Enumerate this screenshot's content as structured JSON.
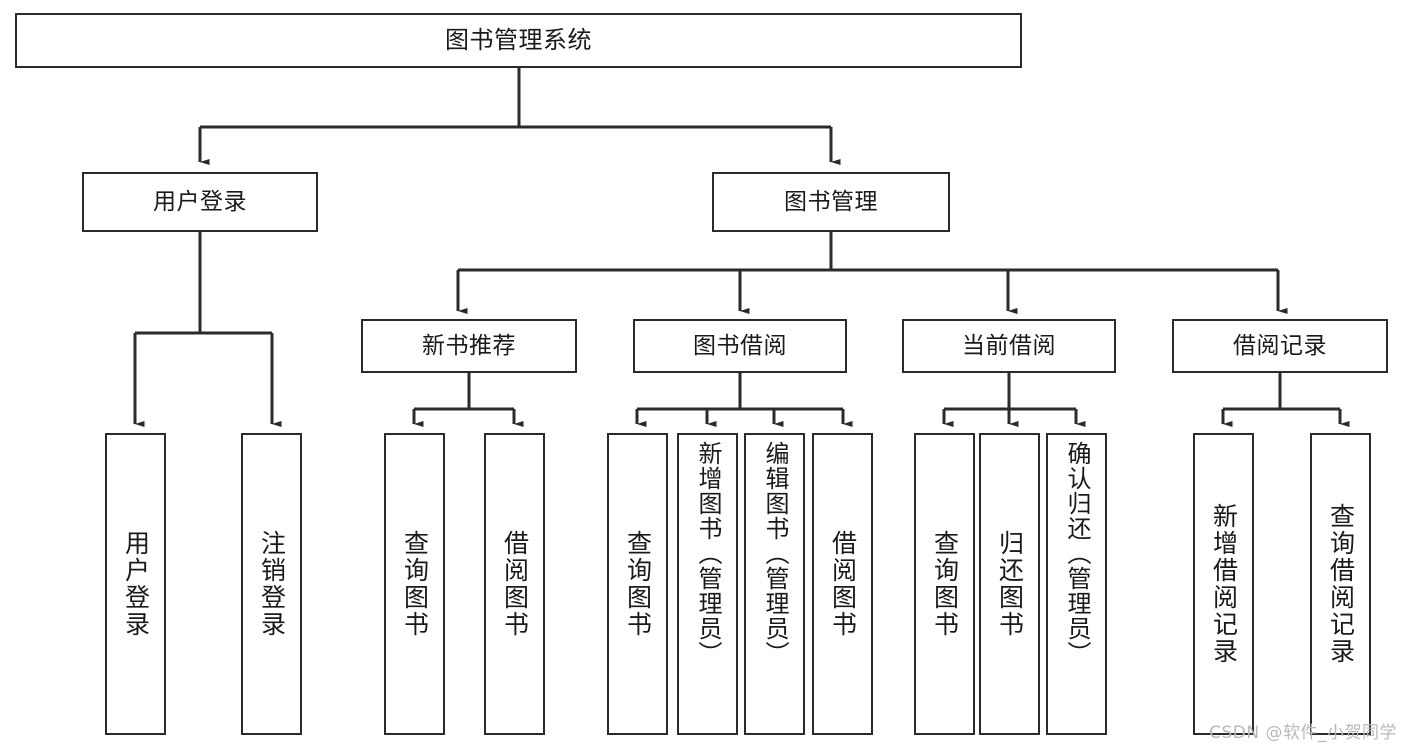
{
  "diagram": {
    "title": "图书管理系统",
    "type": "tree",
    "background_color": "#ffffff",
    "line_color": "#2b2b2b",
    "text_color": "#1a1a1a",
    "root": {
      "id": "root",
      "label": "图书管理系统"
    },
    "level2": [
      {
        "id": "user-login",
        "label": "用户登录"
      },
      {
        "id": "book-manage",
        "label": "图书管理"
      }
    ],
    "level3": [
      {
        "id": "new-book-rec",
        "label": "新书推荐",
        "parent": "book-manage"
      },
      {
        "id": "book-borrow",
        "label": "图书借阅",
        "parent": "book-manage"
      },
      {
        "id": "current-borrow",
        "label": "当前借阅",
        "parent": "book-manage"
      },
      {
        "id": "borrow-record",
        "label": "借阅记录",
        "parent": "book-manage"
      }
    ],
    "leaves": {
      "user_login": [
        {
          "id": "leaf-user-login",
          "label": "用户登录"
        },
        {
          "id": "leaf-logout",
          "label": "注销登录"
        }
      ],
      "new_book_rec": [
        {
          "id": "leaf-query-book-1",
          "label": "查询图书"
        },
        {
          "id": "leaf-borrow-book-1",
          "label": "借阅图书"
        }
      ],
      "book_borrow": [
        {
          "id": "leaf-query-book-2",
          "label": "查询图书"
        },
        {
          "id": "leaf-add-book",
          "label": "新增图书（管理员）"
        },
        {
          "id": "leaf-edit-book",
          "label": "编辑图书（管理员）"
        },
        {
          "id": "leaf-borrow-book-2",
          "label": "借阅图书"
        }
      ],
      "current_borrow": [
        {
          "id": "leaf-query-book-3",
          "label": "查询图书"
        },
        {
          "id": "leaf-return-book",
          "label": "归还图书"
        },
        {
          "id": "leaf-confirm-return",
          "label": "确认归还（管理员）"
        }
      ],
      "borrow_record": [
        {
          "id": "leaf-add-record",
          "label": "新增借阅记录"
        },
        {
          "id": "leaf-query-record",
          "label": "查询借阅记录"
        }
      ]
    }
  },
  "watermark": {
    "text": "CSDN @软件_小贺同学"
  }
}
